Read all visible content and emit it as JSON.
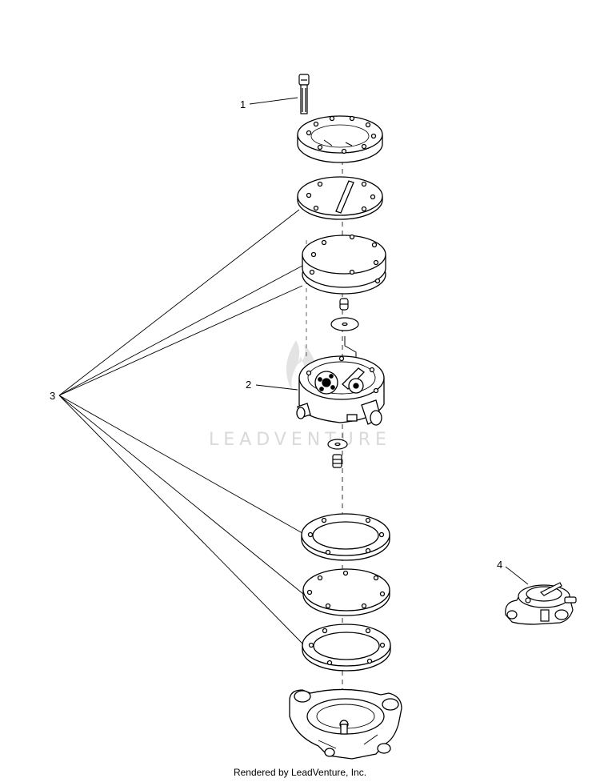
{
  "callouts": {
    "c1": "1",
    "c2": "2",
    "c3": "3",
    "c4": "4"
  },
  "watermark": "LEADVENTURE",
  "footer": "Rendered by LeadVenture, Inc."
}
